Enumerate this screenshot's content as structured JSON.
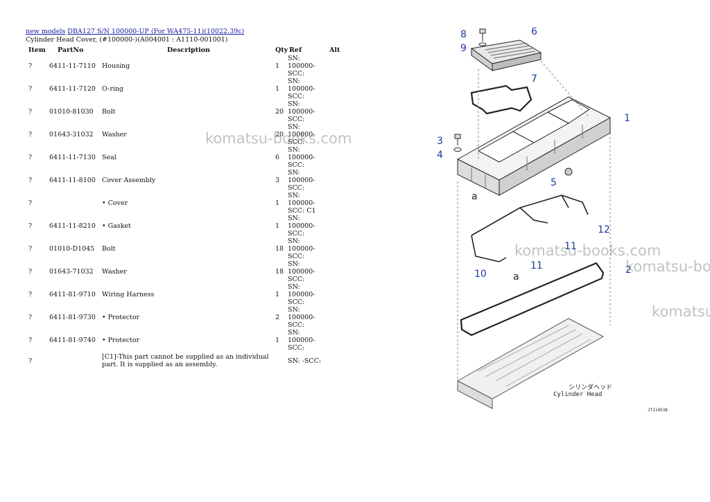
{
  "breadcrumb": {
    "link1": "new models",
    "link2": "DBA127 S/N 100000-UP (For WA475-11)(10022.39c)"
  },
  "subtitle": "Cylinder Head Cover, (#100000-)(A004001 : A1110-001001)",
  "table": {
    "headers": {
      "item": "Item",
      "partno": "PartNo",
      "description": "Description",
      "qty": "Qty",
      "ref": "Ref",
      "alt": "Alt"
    },
    "rows": [
      {
        "item": "?",
        "partno": "6411-11-7110",
        "description": "Housing",
        "qty": "1",
        "ref": "SN: 100000-SCC:",
        "alt": ""
      },
      {
        "item": "?",
        "partno": "6411-11-7120",
        "description": "O-ring",
        "qty": "1",
        "ref": "SN: 100000-SCC:",
        "alt": ""
      },
      {
        "item": "?",
        "partno": "01010-81030",
        "description": "Bolt",
        "qty": "20",
        "ref": "SN: 100000-SCC:",
        "alt": ""
      },
      {
        "item": "?",
        "partno": "01643-31032",
        "description": "Washer",
        "qty": "20",
        "ref": "SN: 100000-SCC:",
        "alt": ""
      },
      {
        "item": "?",
        "partno": "6411-11-7130",
        "description": "Seal",
        "qty": "6",
        "ref": "SN: 100000-SCC:",
        "alt": ""
      },
      {
        "item": "?",
        "partno": "6411-11-8100",
        "description": "Cover Assembly",
        "qty": "3",
        "ref": "SN: 100000-SCC:",
        "alt": ""
      },
      {
        "item": "?",
        "partno": "",
        "description": "• Cover",
        "qty": "1",
        "ref": "SN: 100000-SCC: C1",
        "alt": ""
      },
      {
        "item": "?",
        "partno": "6411-11-8210",
        "description": "• Gasket",
        "qty": "1",
        "ref": "SN: 100000-SCC:",
        "alt": ""
      },
      {
        "item": "?",
        "partno": "01010-D1045",
        "description": "Bolt",
        "qty": "18",
        "ref": "SN: 100000-SCC:",
        "alt": ""
      },
      {
        "item": "?",
        "partno": "01643-71032",
        "description": "Washer",
        "qty": "18",
        "ref": "SN: 100000-SCC:",
        "alt": ""
      },
      {
        "item": "?",
        "partno": "6411-81-9710",
        "description": "Wiring Harness",
        "qty": "1",
        "ref": "SN: 100000-SCC:",
        "alt": ""
      },
      {
        "item": "?",
        "partno": "6411-81-9730",
        "description": "• Protector",
        "qty": "2",
        "ref": "SN: 100000-SCC:",
        "alt": ""
      },
      {
        "item": "?",
        "partno": "6411-81-9740",
        "description": "• Protector",
        "qty": "1",
        "ref": "SN: 100000-SCC:",
        "alt": ""
      },
      {
        "item": "?",
        "partno": "",
        "description": "[C1]-This part cannot be supplied as an individual part. It is supplied as an assembly.",
        "qty": "",
        "ref": "SN: -SCC:",
        "alt": ""
      }
    ]
  },
  "diagram": {
    "callouts": [
      "8",
      "6",
      "9",
      "7",
      "1",
      "3",
      "4",
      "5",
      "a",
      "12",
      "11",
      "11",
      "10",
      "a",
      "2"
    ],
    "label_jp": "シリンダヘッド",
    "label_en": "Cylinder Head",
    "figure_code": "JT114538"
  },
  "watermark": "komatsu-books.com",
  "colors": {
    "link": "#1a1aa6",
    "callout": "#1a3aa0",
    "watermark": "#888888"
  }
}
